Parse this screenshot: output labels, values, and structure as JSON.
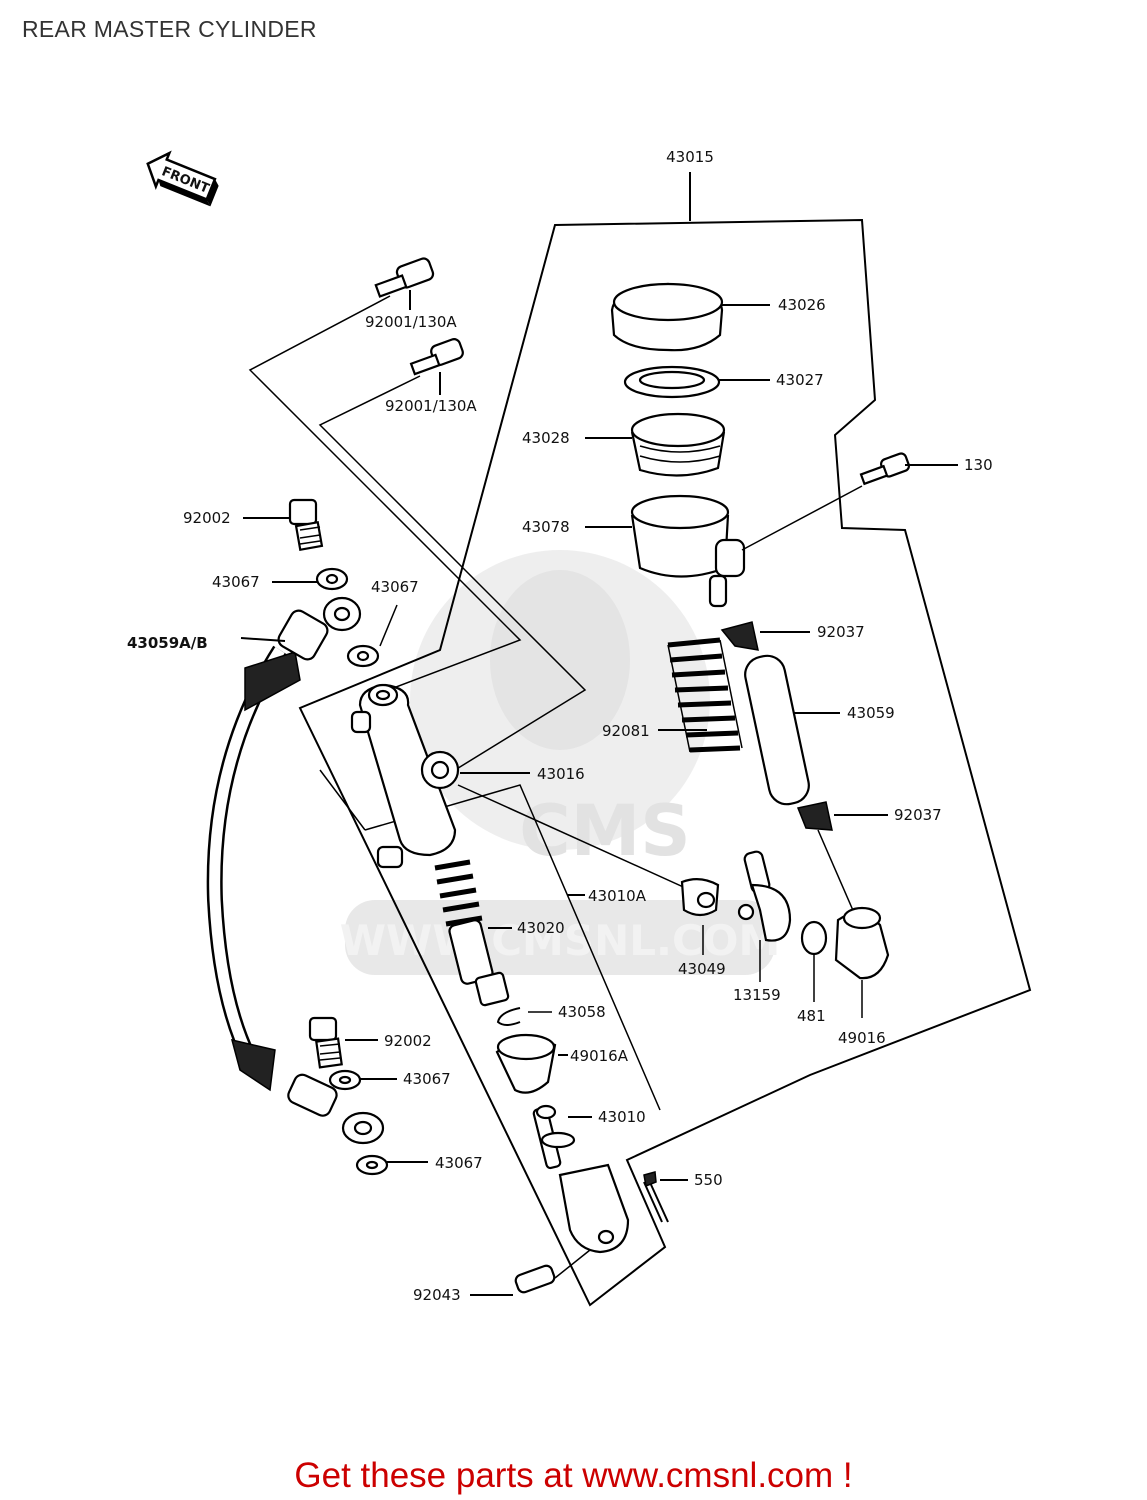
{
  "title": "REAR MASTER CYLINDER",
  "front_label": "FRONT",
  "watermark": "WWW.CMSNL.COM",
  "labels": {
    "l43015": "43015",
    "l43026": "43026",
    "l43027": "43027",
    "l43028": "43028",
    "l130": "130",
    "l43078": "43078",
    "l92001a": "92001/130A",
    "l92001b": "92001/130A",
    "l92002a": "92002",
    "l43067a": "43067",
    "l43067b": "43067",
    "l43059ab": "43059A/B",
    "l92037a": "92037",
    "l43059": "43059",
    "l92081": "92081",
    "l43016": "43016",
    "l92037b": "92037",
    "l43010a": "43010A",
    "l43020": "43020",
    "l43049": "43049",
    "l13159": "13159",
    "l481": "481",
    "l49016": "49016",
    "l43058": "43058",
    "l92002b": "92002",
    "l49016a": "49016A",
    "l43067c": "43067",
    "l43010": "43010",
    "l43067d": "43067",
    "l550": "550",
    "l92043": "92043"
  },
  "footer": "Get these parts at www.cmsnl.com !",
  "colors": {
    "footer": "#cc0000",
    "title": "#333333",
    "watermark": "#d9d9d9"
  }
}
